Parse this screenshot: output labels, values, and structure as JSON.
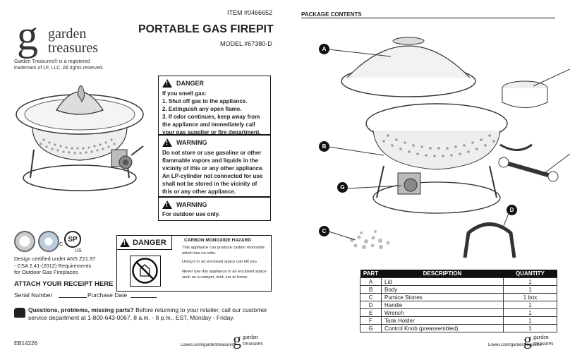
{
  "left": {
    "item_number": "ITEM #0466652",
    "logo": {
      "g": "g",
      "word1": "garden",
      "word2": "treasures"
    },
    "title": "PORTABLE GAS FIREPIT",
    "model": "MODEL #67380-D",
    "trademark": "Garden Treasures® is a registered trademark of LF, LLC. All rights reserved.",
    "danger1": {
      "head": "DANGER",
      "lines": [
        "If you smell gas:",
        "1. Shut off gas to the appliance.",
        "2. Extinguish any open flame.",
        "3. If odor continues, keep away from",
        "the appliance and immediately call",
        "your gas supplier or fire department."
      ]
    },
    "warning1": {
      "head": "WARNING",
      "lines": [
        "Do not store or use gasoline or other",
        "flammable vapors and liquids in the",
        "vicinity of this or any other appliance.",
        "An LP-cylinder not connected for use",
        "shall not be stored in the vicinity of",
        "this or any other appliance."
      ]
    },
    "warning2": {
      "head": "WARNING",
      "lines": [
        "For outdoor use only."
      ]
    },
    "cert_text": "Design certified under ANS Z21.97 - CSA 2.41-(2012) Requirements for Outdoor Gas Fireplaces",
    "csa_mark": {
      "c": "C",
      "main": "SP",
      "us": "US"
    },
    "danger2": {
      "head": "DANGER",
      "title": "CARBON MONOXIDE HAZARD",
      "p1": "This appliance can produce carbon monoxide which has no odor.",
      "p2": "Using it in an enclosed space can kill you.",
      "p3": "Never use this appliance in an enclosed space such as a camper, tent, car or home."
    },
    "attach": "ATTACH YOUR RECEIPT HERE",
    "serial": "Serial Number",
    "purchase": "Purchase Date",
    "questions_bold": "Questions, problems, missing parts?",
    "questions_text": " Before returning to your retailer, call our customer service department at 1-800-643-0067, 8 a.m. - 8 p.m., EST, Monday - Friday.",
    "code": "EB14226",
    "lowes": "Lowes.com/gardentreasures"
  },
  "right": {
    "heading": "PACKAGE CONTENTS",
    "callouts": [
      "A",
      "B",
      "G",
      "C",
      "D"
    ],
    "table": {
      "headers": [
        "PART",
        "DESCRIPTION",
        "QUANTITY"
      ],
      "rows": [
        [
          "A",
          "Lid",
          "1"
        ],
        [
          "B",
          "Body",
          "1"
        ],
        [
          "C",
          "Pumice Stones",
          "1 box"
        ],
        [
          "D",
          "Handle",
          "1"
        ],
        [
          "E",
          "Wrench",
          "1"
        ],
        [
          "F",
          "Tank Holder",
          "1"
        ],
        [
          "G",
          "Control Knob (preassembled)",
          "1"
        ]
      ]
    },
    "lowes": "Lowes.com/gardentreasures"
  }
}
